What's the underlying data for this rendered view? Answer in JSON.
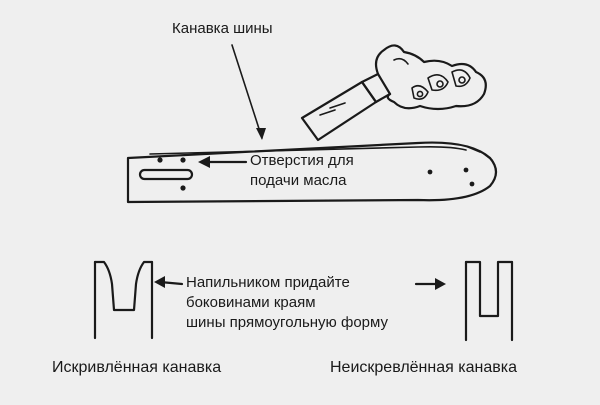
{
  "colors": {
    "background": "#efefef",
    "ink": "#1a1a1a"
  },
  "labels": {
    "bar_groove": "Канавка шины",
    "oil_holes_line1": "Отверстия для",
    "oil_holes_line2": "подачи масла",
    "file_instruction_line1": "Напильником придайте",
    "file_instruction_line2": "боковинами краям",
    "file_instruction_line3": "шины прямоугольную форму"
  },
  "captions": {
    "worn_groove": "Искривлённая канавка",
    "good_groove": "Неискревлённая канавка"
  },
  "icons": {
    "hand_with_file": "hand-file-icon",
    "guide_bar": "guide-bar-icon"
  }
}
